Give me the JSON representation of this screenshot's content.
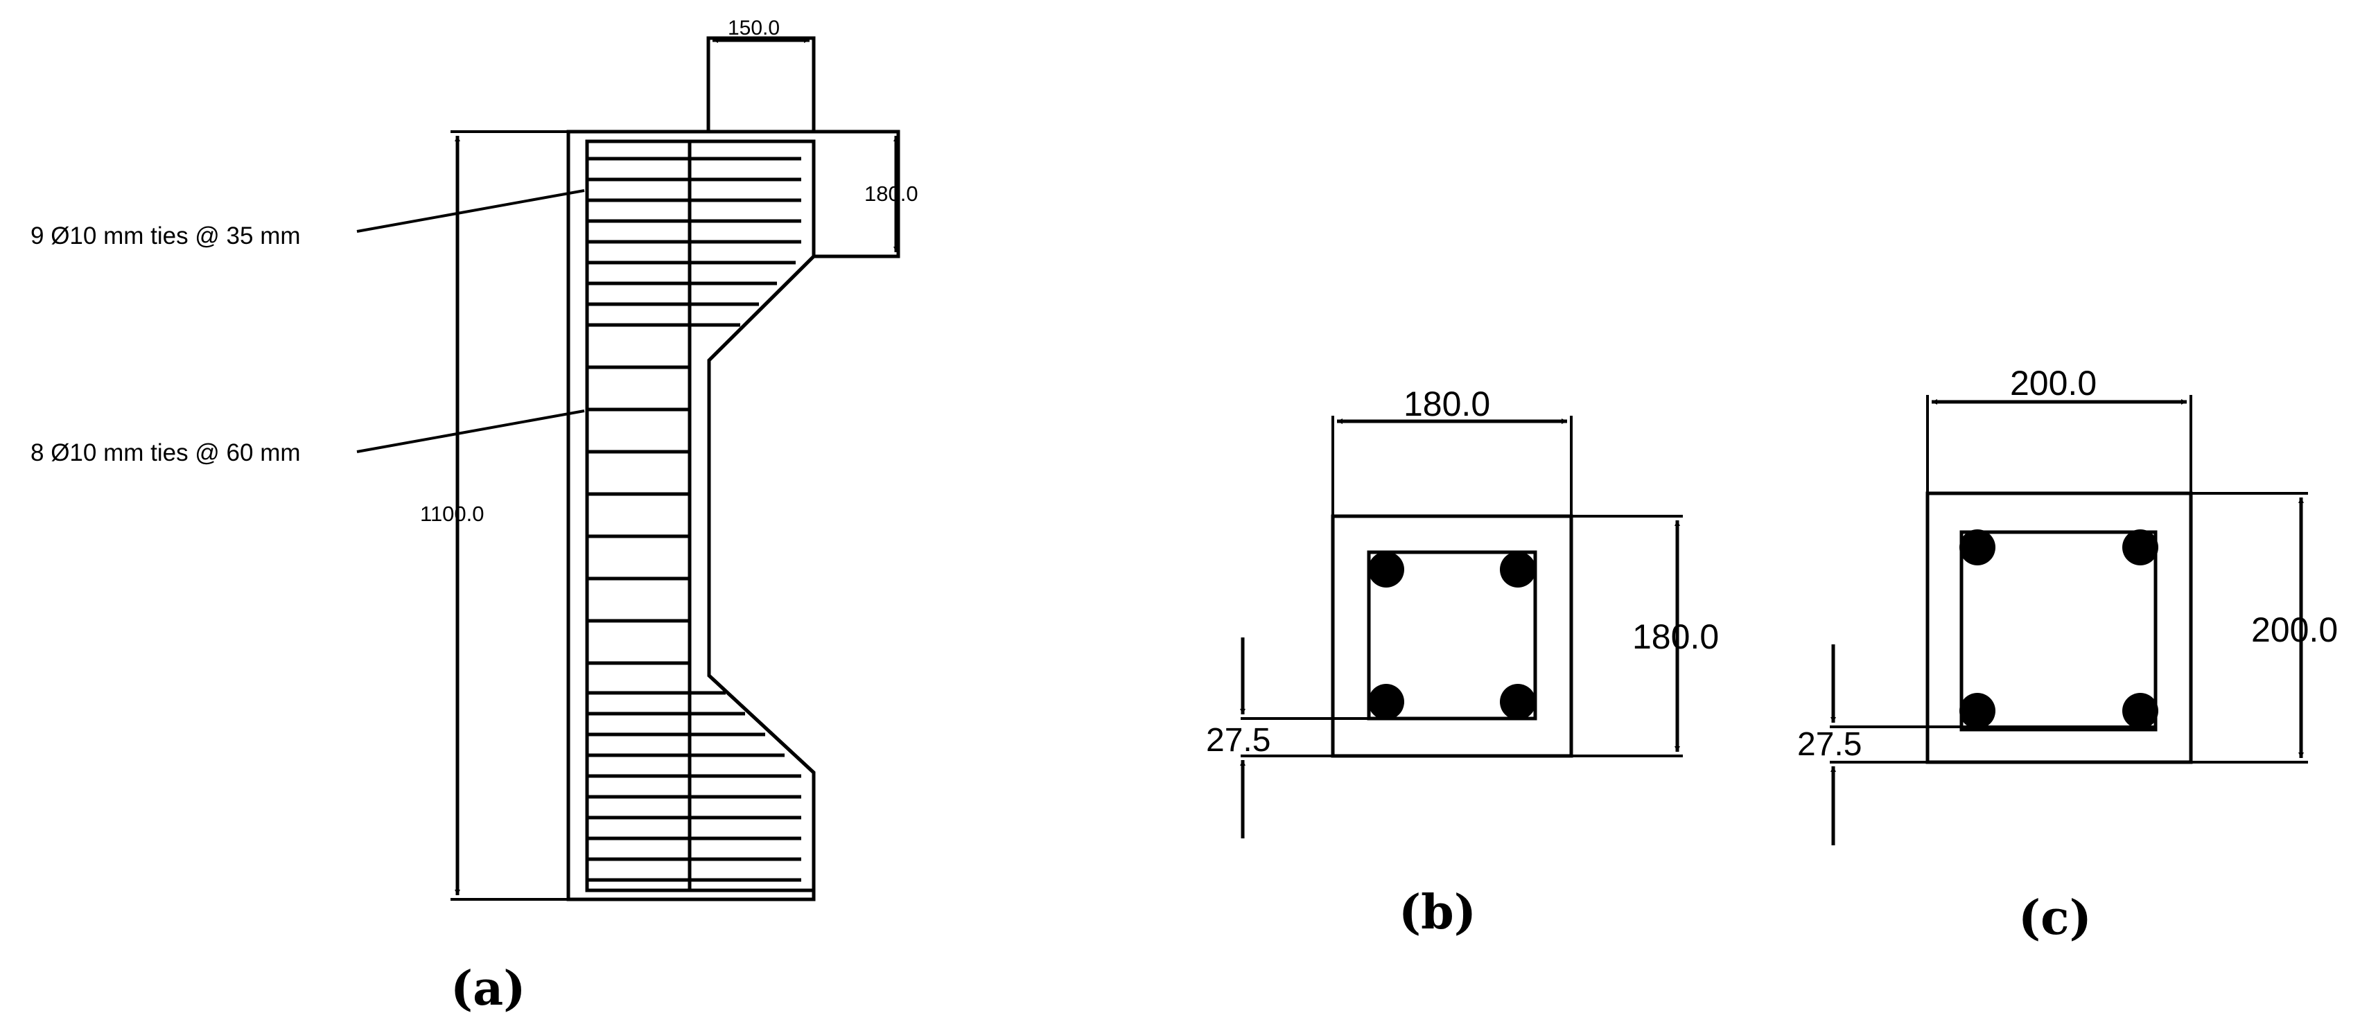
{
  "panel_a": {
    "dim_top_width": "150.0",
    "dim_corbel_height": "180.0",
    "dim_total_height": "1100.0",
    "label_ties_upper": "9 Ø10 mm ties @ 35 mm",
    "label_ties_middle": "8 Ø10 mm ties @ 60 mm",
    "caption": "(a)"
  },
  "panel_b": {
    "dim_width": "180.0",
    "dim_height": "180.0",
    "dim_cover": "27.5",
    "caption": "(b)"
  },
  "panel_c": {
    "dim_width": "200.0",
    "dim_height": "200.0",
    "dim_cover": "27.5",
    "caption": "(c)"
  },
  "colors": {
    "line": "#000000",
    "background": "#ffffff"
  }
}
